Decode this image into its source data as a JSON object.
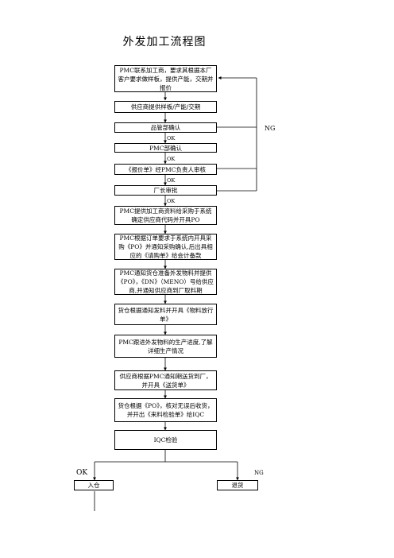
{
  "title": "外发加工流程图",
  "steps": [
    "PMC联系加工商，要求其根据本厂客户要求做样板，提供产能，交期并报价",
    "供应商提供样板/产能/交期",
    "品管部确认",
    "PMC部确认",
    "《报价单》经PMC负责人审核",
    "厂长审批",
    "PMC提供加工商资料给采购于系统确定供应商代码并开具PO",
    "PMC根据订单要求于系统内开具采购《PO》并通知采购确认,后出具相应的《请购单》给会计备款",
    "PMC通知货仓准备外发物料并提供《PO》，《DN》（MENO）号给供应商,并通知供应商到厂取料期",
    "货仓根据通知发料并开具《物料放行单》",
    "PMC跟进外发物料的生产进度,了解详细生产情况",
    "供应商根据PMC通知期送货到厂，并开具《送货单》",
    "货仓根据《PO》，核对无误后收货，并开出《来料检验单》给IQC",
    "IQC检验"
  ],
  "ok_labels": [
    "OK",
    "OK",
    "OK",
    "OK"
  ],
  "ng_label": "NG",
  "final": {
    "ok_label": "OK",
    "ng_label": "NG",
    "accept": "入仓",
    "reject": "退货"
  }
}
